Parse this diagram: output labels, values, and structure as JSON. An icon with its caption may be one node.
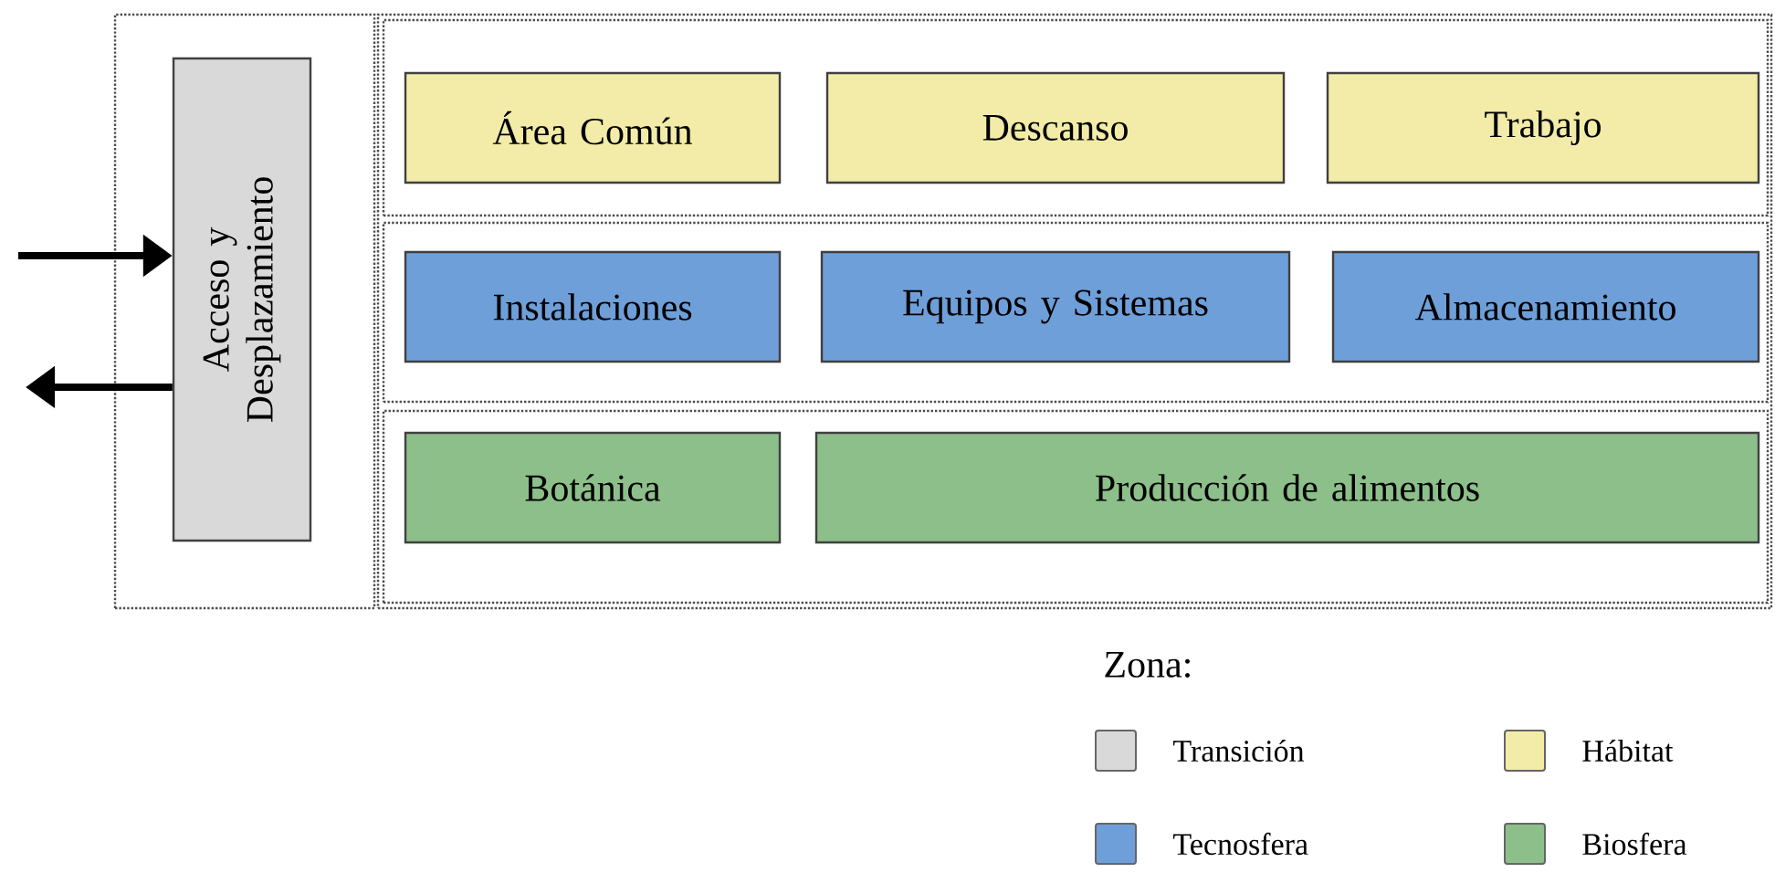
{
  "diagram": {
    "nodes": [
      {
        "text": [],
        "shape": "box"
      },
      {
        "text": [
          "Acceso y Desplazamiento"
        ],
        "in": 0
      },
      {
        "text": [],
        "shape": "box"
      },
      {
        "text": [],
        "shape": "box",
        "in": 2
      },
      {
        "text": [
          "Área Común"
        ],
        "in": 3
      },
      {
        "text": [
          "Descanso"
        ],
        "in": 3
      },
      {
        "text": [
          "Trabajo"
        ],
        "in": 3
      },
      {
        "text": [],
        "shape": "box",
        "in": 2
      },
      {
        "text": [
          "Instalaciones"
        ],
        "in": 7
      },
      {
        "text": [
          "Equipos y Sistemas"
        ],
        "in": 7
      },
      {
        "text": [
          "Almacenamiento"
        ],
        "in": 7
      },
      {
        "text": [],
        "shape": "box",
        "in": 2
      },
      {
        "text": [
          "Botánica"
        ],
        "in": 11
      },
      {
        "text": [
          "Producción de alimentos"
        ],
        "in": 11
      }
    ],
    "edges": [
      {
        "from": null,
        "to": 1,
        "arrow": "to"
      },
      {
        "from": 1,
        "to": null,
        "arrow": "to"
      }
    ],
    "labels": [
      "Zona:"
    ],
    "legend": [
      {
        "text": "Transición",
        "color": "#d9d9d9"
      },
      {
        "text": "Hábitat",
        "color": "#f2eca8"
      },
      {
        "text": "Tecnosfera",
        "color": "#6f9fd8"
      },
      {
        "text": "Biosfera",
        "color": "#8dbf8a"
      }
    ]
  }
}
